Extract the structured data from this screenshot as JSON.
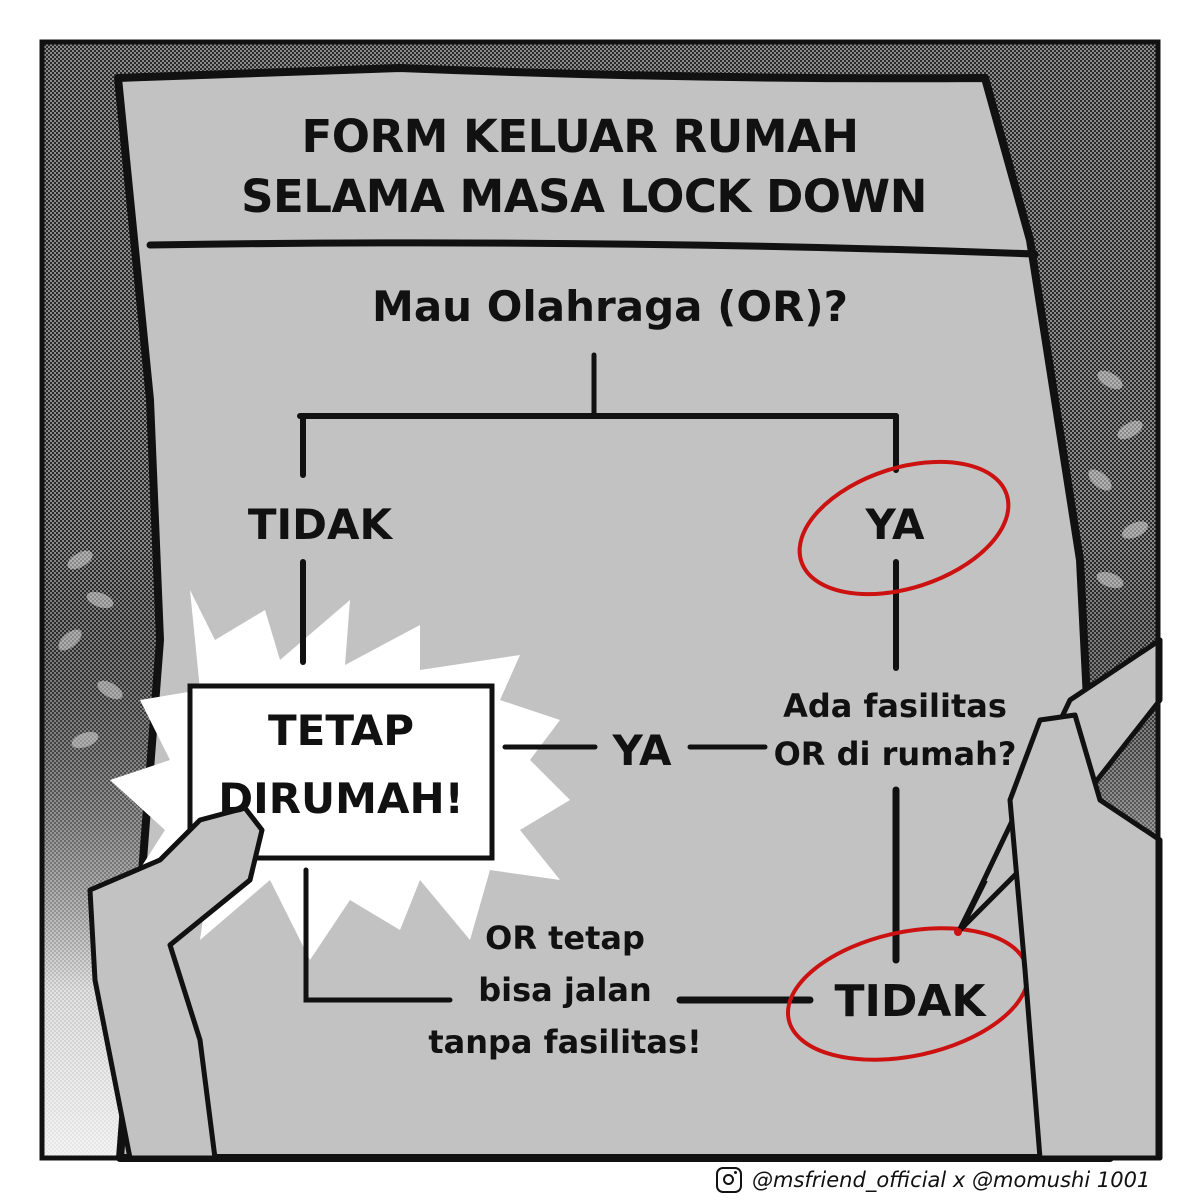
{
  "comic": {
    "form_title_line1": "FORM KELUAR RUMAH",
    "form_title_line2": "SELAMA MASA LOCK DOWN",
    "question_main": "Mau Olahraga (OR)?",
    "branch_left_label": "TIDAK",
    "branch_right_label": "YA",
    "result_box_line1": "TETAP",
    "result_box_line2": "DIRUMAH!",
    "connector_ya_label": "YA",
    "question_facility_line1": "Ada fasilitas",
    "question_facility_line2": "OR di rumah?",
    "facility_no_label": "TIDAK",
    "note_line1": "OR tetap",
    "note_line2": "bisa jalan",
    "note_line3": "tanpa fasilitas!"
  },
  "circled_answers": [
    "YA",
    "TIDAK"
  ],
  "credit": {
    "icon": "instagram-icon",
    "text": "@msfriend_official x @momushi 1001"
  },
  "colors": {
    "paper": "#c2c2c2",
    "background_halftone": "#6a6a6a",
    "ink": "#111111",
    "circle_red": "#cc1111",
    "burst": "#ffffff"
  }
}
